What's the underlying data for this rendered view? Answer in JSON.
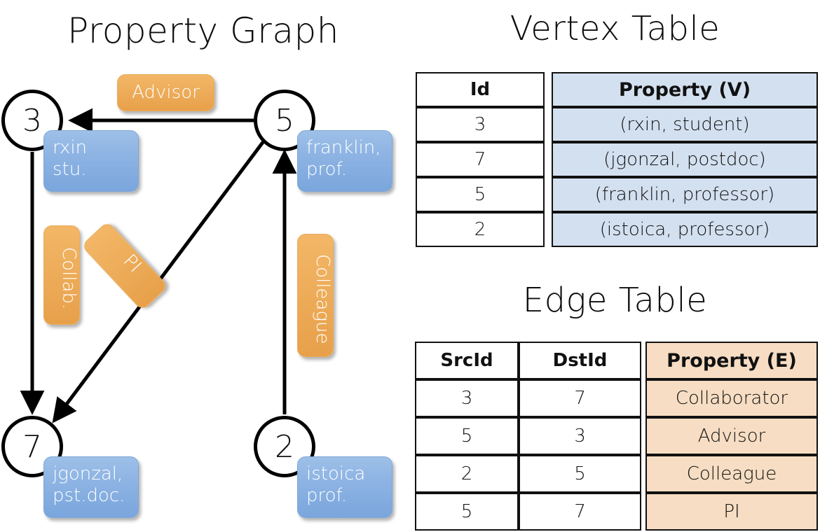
{
  "titles": {
    "property_graph": "Property Graph",
    "vertex_table": "Vertex Table",
    "edge_table": "Edge Table"
  },
  "graph": {
    "nodes": [
      {
        "id": "3",
        "property": "rxin\nstu."
      },
      {
        "id": "5",
        "property": "franklin,\nprof."
      },
      {
        "id": "7",
        "property": "jgonzal,\npst.doc."
      },
      {
        "id": "2",
        "property": "istoica\nprof."
      }
    ],
    "node_labels": {
      "n3": "3",
      "n5": "5",
      "n7": "7",
      "n2": "2"
    },
    "vertex_props": {
      "rxin_line1": "rxin",
      "rxin_line2": "stu.",
      "franklin_line1": "franklin,",
      "franklin_line2": "prof.",
      "jgonzal_line1": "jgonzal,",
      "jgonzal_line2": "pst.doc.",
      "istoica_line1": "istoica",
      "istoica_line2": "prof."
    },
    "edge_labels": {
      "advisor": "Advisor",
      "collab": "Collab.",
      "pi": "PI",
      "colleague": "Colleague"
    },
    "edges": [
      {
        "from": "5",
        "to": "3",
        "label": "Advisor"
      },
      {
        "from": "3",
        "to": "7",
        "label": "Collab."
      },
      {
        "from": "5",
        "to": "7",
        "label": "PI"
      },
      {
        "from": "2",
        "to": "5",
        "label": "Colleague"
      }
    ]
  },
  "vertex_table": {
    "headers": [
      "Id",
      "Property (V)"
    ],
    "rows": [
      {
        "id": "3",
        "property": "(rxin, student)"
      },
      {
        "id": "7",
        "property": "(jgonzal, postdoc)"
      },
      {
        "id": "5",
        "property": "(franklin, professor)"
      },
      {
        "id": "2",
        "property": "(istoica, professor)"
      }
    ]
  },
  "edge_table": {
    "headers": [
      "SrcId",
      "DstId",
      "Property (E)"
    ],
    "rows": [
      {
        "src": "3",
        "dst": "7",
        "property": "Collaborator"
      },
      {
        "src": "5",
        "dst": "3",
        "property": "Advisor"
      },
      {
        "src": "2",
        "dst": "5",
        "property": "Colleague"
      },
      {
        "src": "5",
        "dst": "7",
        "property": "PI"
      }
    ]
  },
  "colors": {
    "vertex_prop_fill": "#d3e0f0",
    "edge_prop_fill": "#f6ddc3",
    "node_box_blue": "#8eb4e3",
    "edge_box_orange": "#eeae5c",
    "stroke": "#111111"
  }
}
